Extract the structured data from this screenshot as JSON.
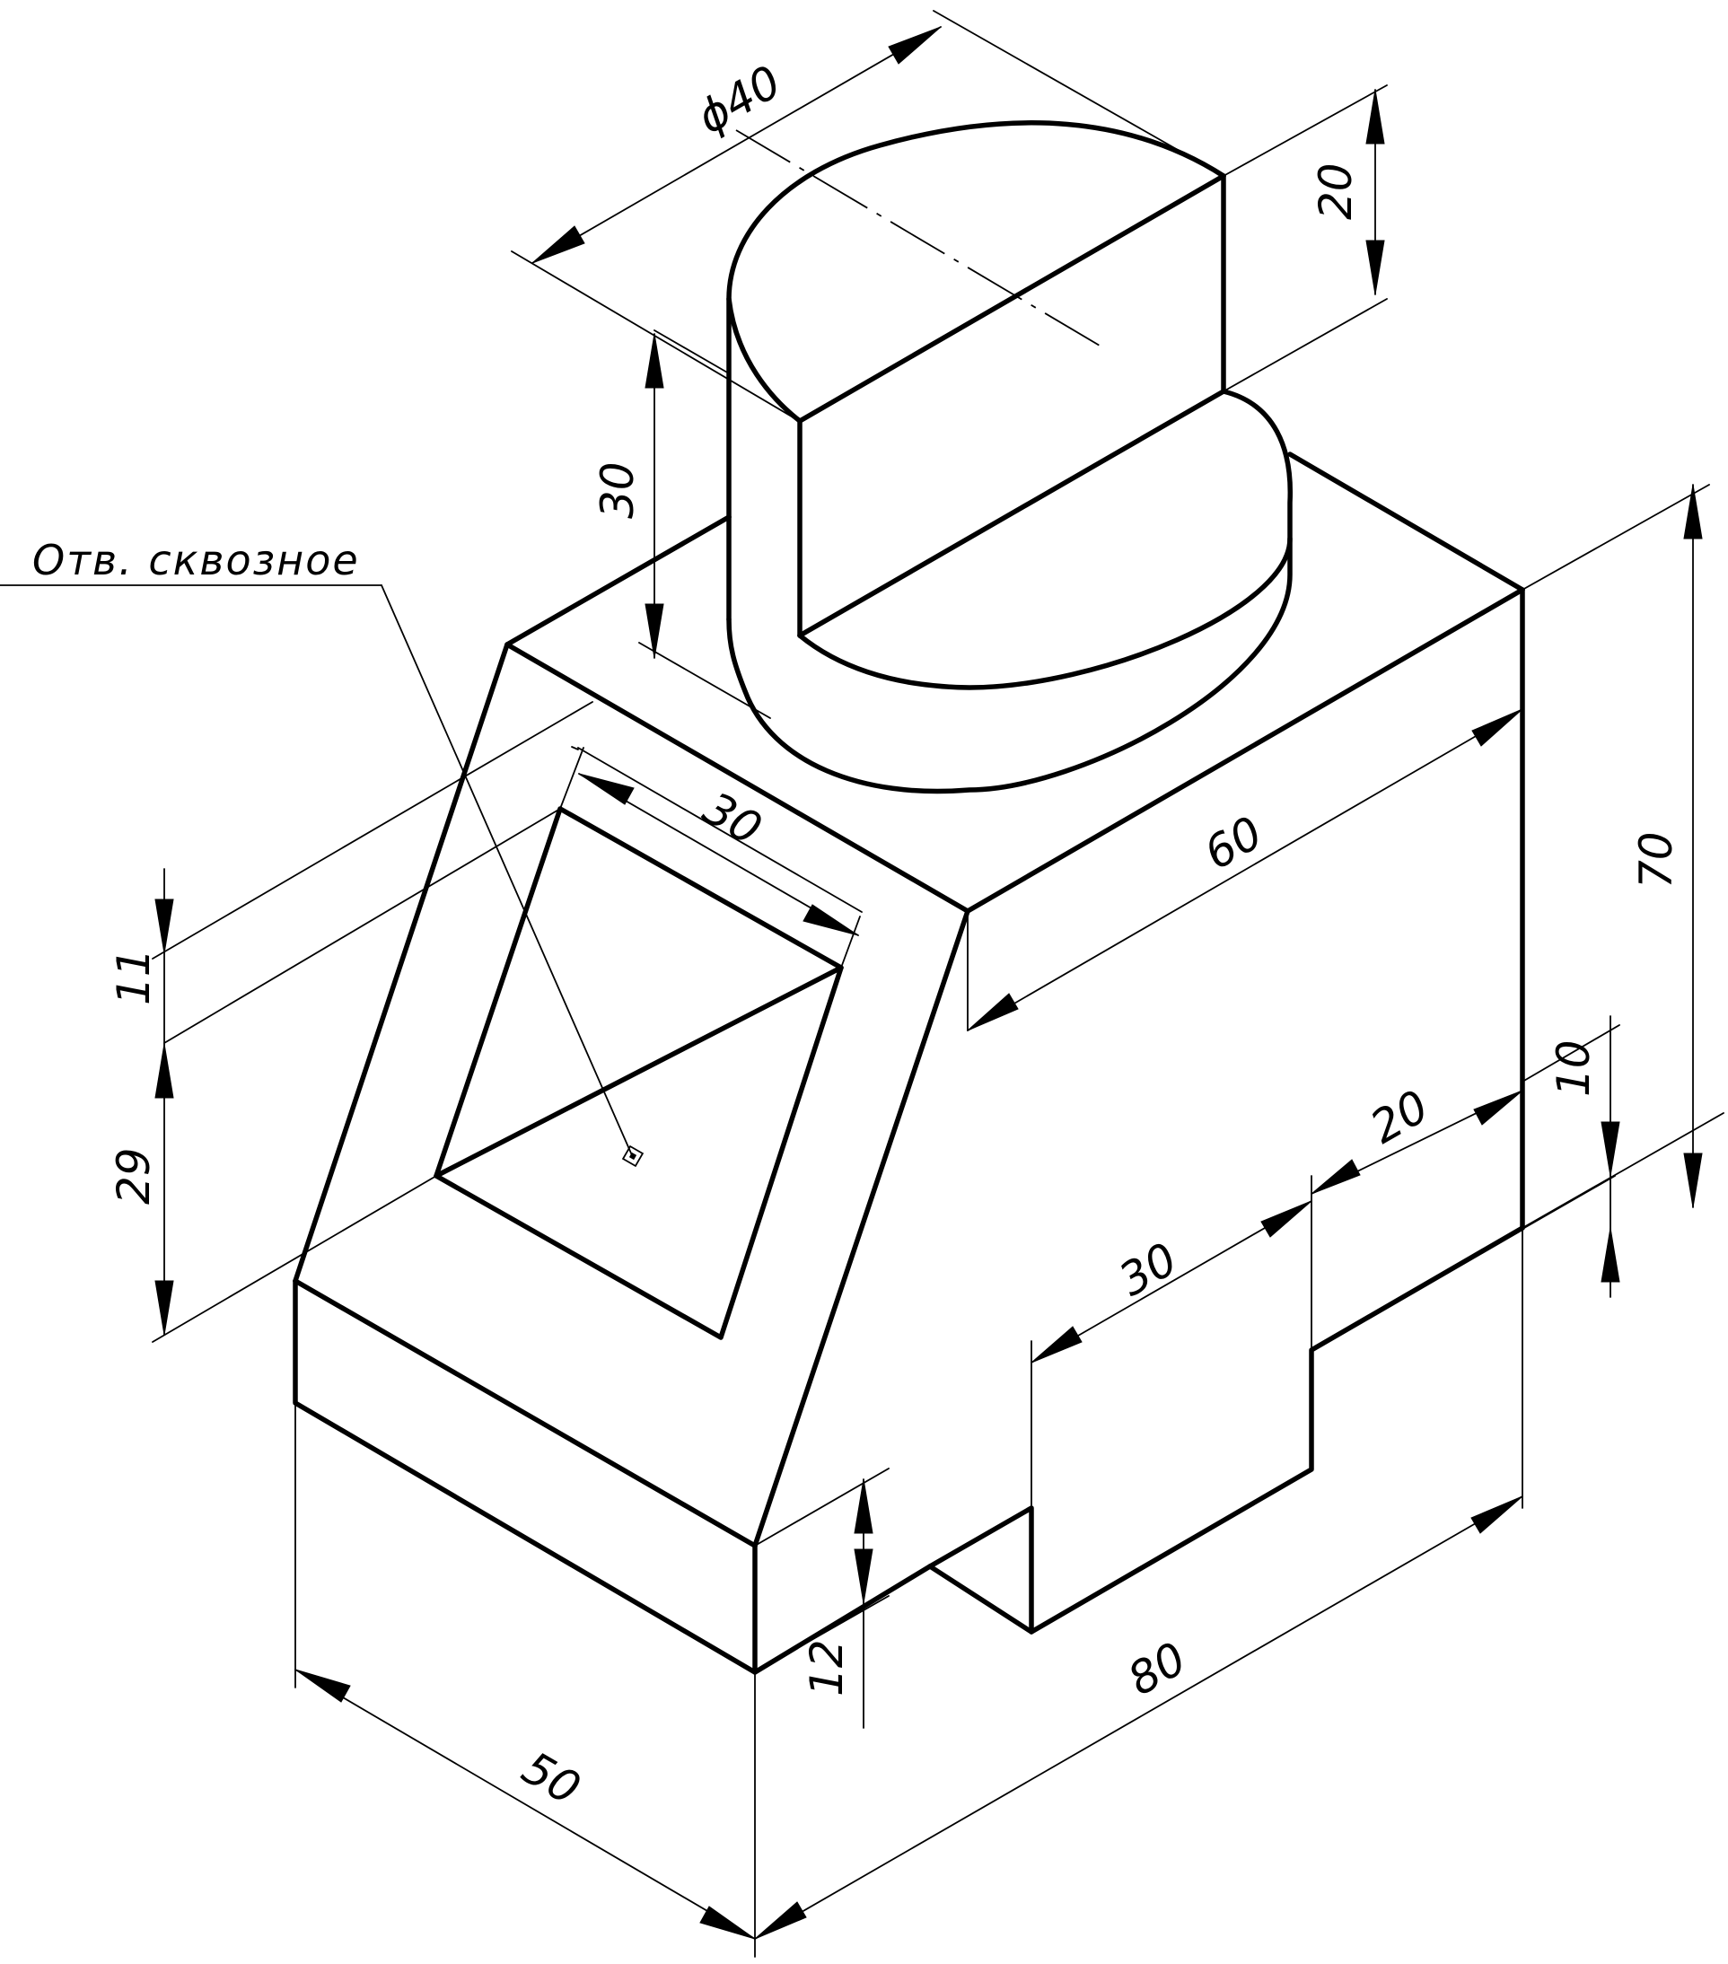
{
  "note": {
    "text": "Отв. сквозное"
  },
  "dimensions": {
    "d_phi40": "ϕ40",
    "d_20_top": "20",
    "d_30_boss": "30",
    "d_30_hole": "30",
    "d_60": "60",
    "d_70": "70",
    "d_11": "11",
    "d_29": "29",
    "d_10": "10",
    "d_20_slot": "20",
    "d_30_slot": "30",
    "d_12": "12",
    "d_80": "80",
    "d_50": "50"
  }
}
